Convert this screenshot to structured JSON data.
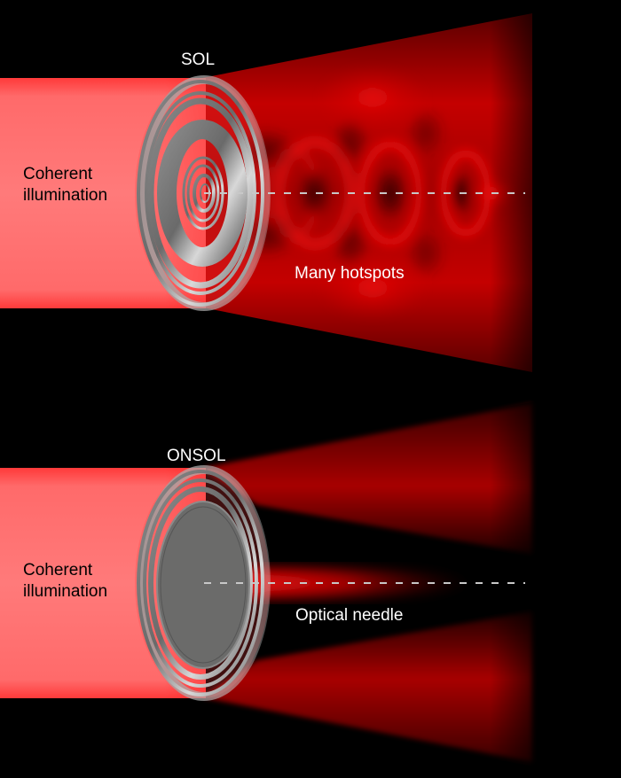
{
  "panels": [
    {
      "id": "sol",
      "lens_label": "SOL",
      "source_label_line1": "Coherent",
      "source_label_line2": "illumination",
      "output_label": "Many hotspots",
      "lens_type": "concentric-ring-lens",
      "output_pattern": "multiple-hotspots"
    },
    {
      "id": "onsol",
      "lens_label": "ONSOL",
      "source_label_line1": "Coherent",
      "source_label_line2": "illumination",
      "output_label": "Optical needle",
      "lens_type": "ring-lens-with-central-block",
      "output_pattern": "optical-needle"
    }
  ],
  "colors": {
    "background": "#000000",
    "beam": "#ff6b6b",
    "beam_edge": "#ff3030",
    "field_red": "#e00000",
    "field_dark": "#6a0000",
    "lens_metal": "#707070",
    "axis_dash": "#c8c8c8"
  }
}
